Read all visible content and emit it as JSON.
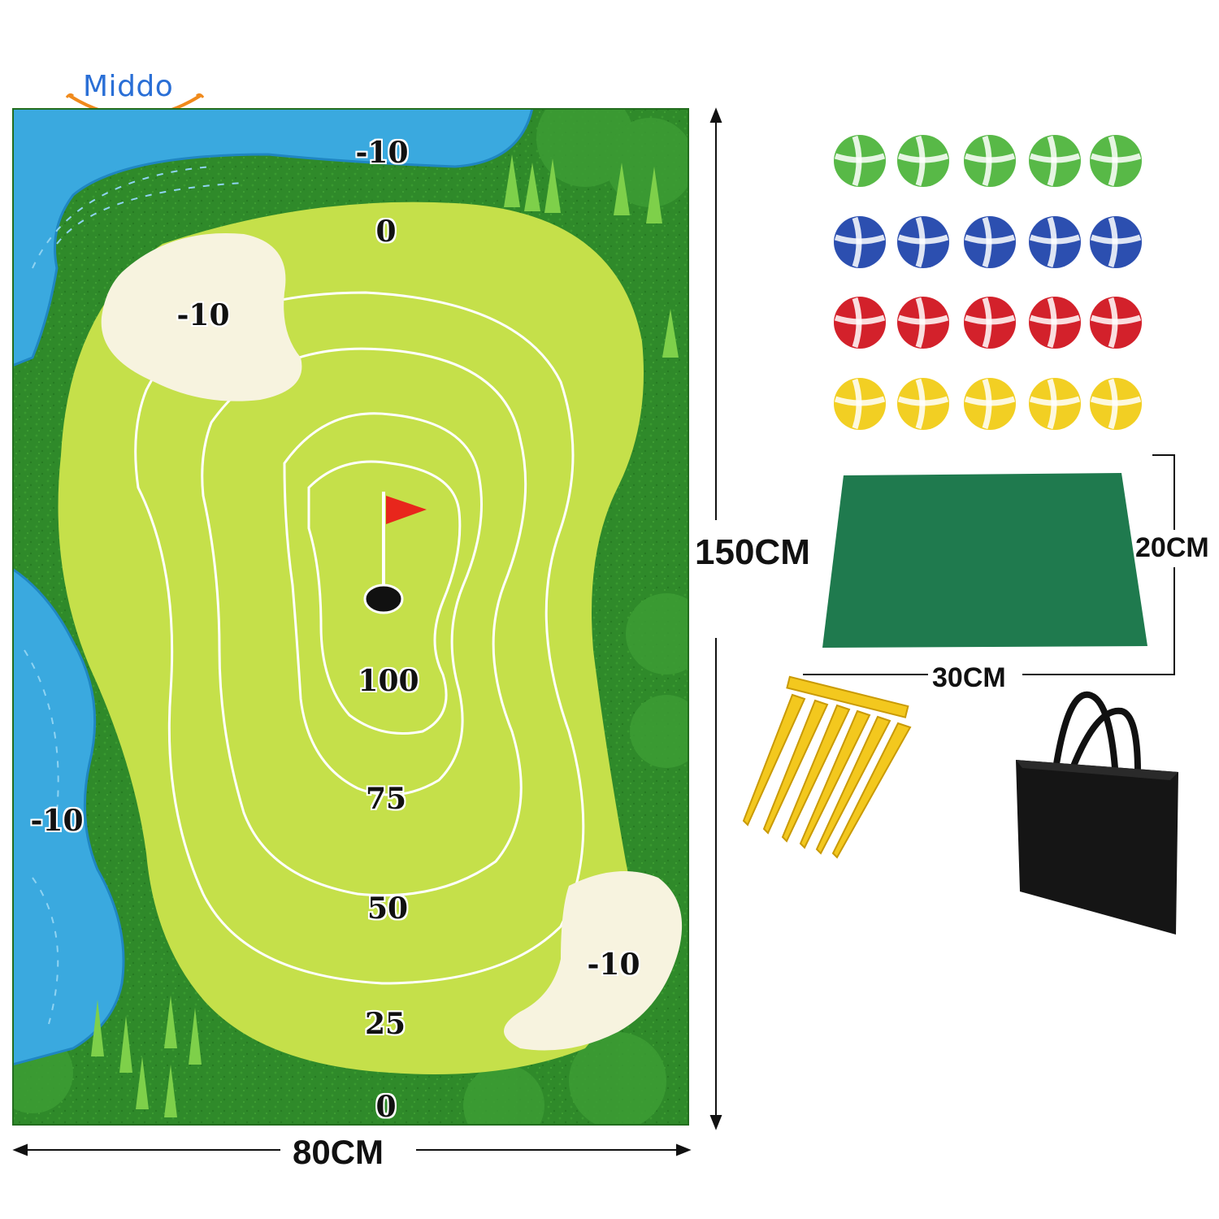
{
  "brand": {
    "name": "Middo",
    "color": "#2a6fd6",
    "smile_color": "#f08a1c"
  },
  "mat": {
    "width_label": "80CM",
    "height_label": "150CM",
    "scores": {
      "water_top": "-10",
      "top_zero": "0",
      "sand_top_left": "-10",
      "ring_100": "100",
      "ring_75": "75",
      "ring_50": "50",
      "ring_25": "25",
      "water_left": "-10",
      "sand_bottom_right": "-10",
      "bottom_zero": "0"
    },
    "colors": {
      "rough": "#2f8a2a",
      "fairway": "#c5e04a",
      "water": "#3aa9df",
      "sand": "#f7f3df",
      "flag": "#e8261c"
    }
  },
  "accessories": {
    "ball_colors": [
      "#58b947",
      "#2c4fb0",
      "#d3212b",
      "#f2cf23"
    ],
    "ball_rows": 4,
    "ball_cols": 5,
    "small_mat": {
      "width_label": "30CM",
      "height_label": "20CM",
      "color": "#1f7a4e"
    },
    "stakes_color": "#f3c81e",
    "bag_color": "#111111"
  }
}
